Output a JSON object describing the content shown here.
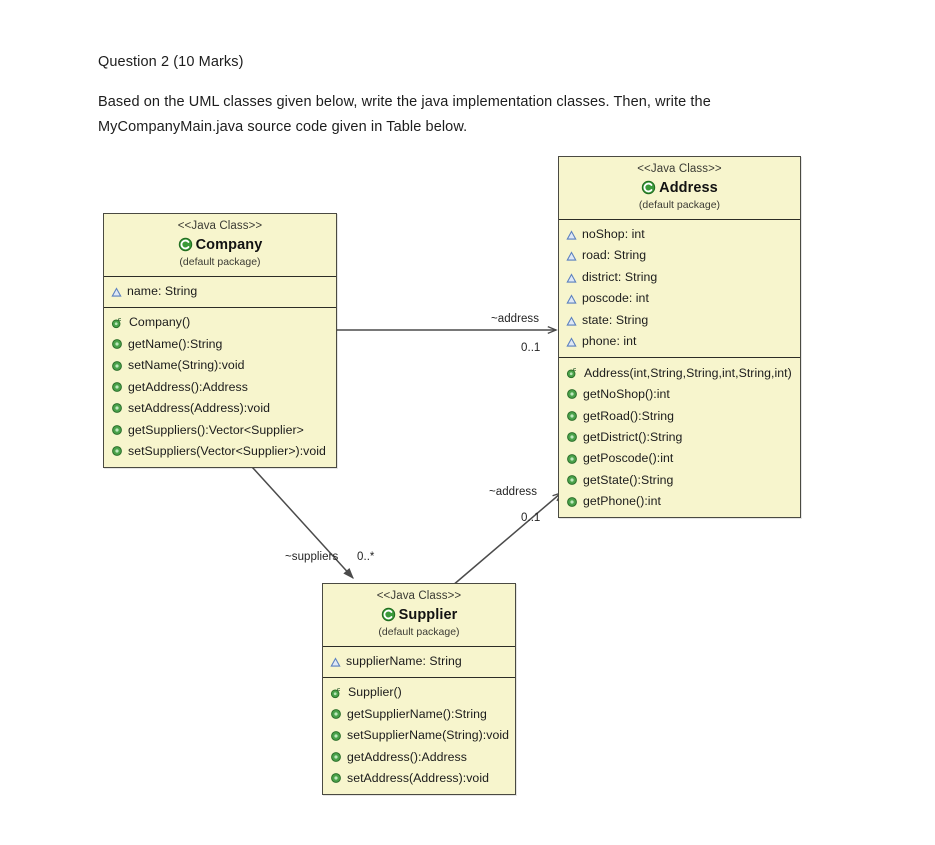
{
  "question": {
    "heading": "Question 2 (10 Marks)",
    "body": "Based on the UML classes given below, write the java implementation classes.  Then, write the MyCompanyMain.java source code given in Table below."
  },
  "colors": {
    "class_fill": "#f7f5cd",
    "class_border": "#4a4a42",
    "class_icon_green": "#3a9a3a",
    "attr_icon_blue": "#5a7fbf",
    "method_icon_green": "#4aa24a",
    "edge_line": "#4b4b4b",
    "text": "#1a1a1a"
  },
  "diagram": {
    "type": "uml-class-diagram",
    "classes": [
      {
        "id": "company",
        "stereotype": "<<Java Class>>",
        "name": "Company",
        "package": "(default package)",
        "icon": "java-class-icon",
        "attributes": [
          {
            "text": "name: String",
            "visibility": "package",
            "icon": "attribute-icon"
          }
        ],
        "methods": [
          {
            "text": "Company()",
            "kind": "constructor",
            "icon": "constructor-icon"
          },
          {
            "text": "getName():String",
            "kind": "method",
            "icon": "method-icon"
          },
          {
            "text": "setName(String):void",
            "kind": "method",
            "icon": "method-icon"
          },
          {
            "text": "getAddress():Address",
            "kind": "method",
            "icon": "method-icon"
          },
          {
            "text": "setAddress(Address):void",
            "kind": "method",
            "icon": "method-icon"
          },
          {
            "text": "getSuppliers():Vector<Supplier>",
            "kind": "method",
            "icon": "method-icon"
          },
          {
            "text": "setSuppliers(Vector<Supplier>):void",
            "kind": "method",
            "icon": "method-icon"
          }
        ]
      },
      {
        "id": "address",
        "stereotype": "<<Java Class>>",
        "name": "Address",
        "package": "(default package)",
        "icon": "java-class-icon",
        "attributes": [
          {
            "text": "noShop: int",
            "visibility": "package",
            "icon": "attribute-icon"
          },
          {
            "text": "road: String",
            "visibility": "package",
            "icon": "attribute-icon"
          },
          {
            "text": "district: String",
            "visibility": "package",
            "icon": "attribute-icon"
          },
          {
            "text": "poscode: int",
            "visibility": "package",
            "icon": "attribute-icon"
          },
          {
            "text": "state: String",
            "visibility": "package",
            "icon": "attribute-icon"
          },
          {
            "text": "phone: int",
            "visibility": "package",
            "icon": "attribute-icon"
          }
        ],
        "methods": [
          {
            "text": "Address(int,String,String,int,String,int)",
            "kind": "constructor",
            "icon": "constructor-icon"
          },
          {
            "text": "getNoShop():int",
            "kind": "method",
            "icon": "method-icon"
          },
          {
            "text": "getRoad():String",
            "kind": "method",
            "icon": "method-icon"
          },
          {
            "text": "getDistrict():String",
            "kind": "method",
            "icon": "method-icon"
          },
          {
            "text": "getPoscode():int",
            "kind": "method",
            "icon": "method-icon"
          },
          {
            "text": "getState():String",
            "kind": "method",
            "icon": "method-icon"
          },
          {
            "text": "getPhone():int",
            "kind": "method",
            "icon": "method-icon"
          }
        ]
      },
      {
        "id": "supplier",
        "stereotype": "<<Java Class>>",
        "name": "Supplier",
        "package": "(default package)",
        "icon": "java-class-icon",
        "attributes": [
          {
            "text": "supplierName: String",
            "visibility": "package",
            "icon": "attribute-icon"
          }
        ],
        "methods": [
          {
            "text": "Supplier()",
            "kind": "constructor",
            "icon": "constructor-icon"
          },
          {
            "text": "getSupplierName():String",
            "kind": "method",
            "icon": "method-icon"
          },
          {
            "text": "setSupplierName(String):void",
            "kind": "method",
            "icon": "method-icon"
          },
          {
            "text": "getAddress():Address",
            "kind": "method",
            "icon": "method-icon"
          },
          {
            "text": "setAddress(Address):void",
            "kind": "method",
            "icon": "method-icon"
          }
        ]
      }
    ],
    "associations": [
      {
        "id": "company-address",
        "from": "company",
        "to": "address",
        "role": "~address",
        "multiplicity": "0..1"
      },
      {
        "id": "supplier-address",
        "from": "supplier",
        "to": "address",
        "role": "~address",
        "multiplicity": "0..1"
      },
      {
        "id": "company-supplier",
        "from": "company",
        "to": "supplier",
        "role": "~suppliers",
        "multiplicity": "0..*"
      }
    ]
  }
}
